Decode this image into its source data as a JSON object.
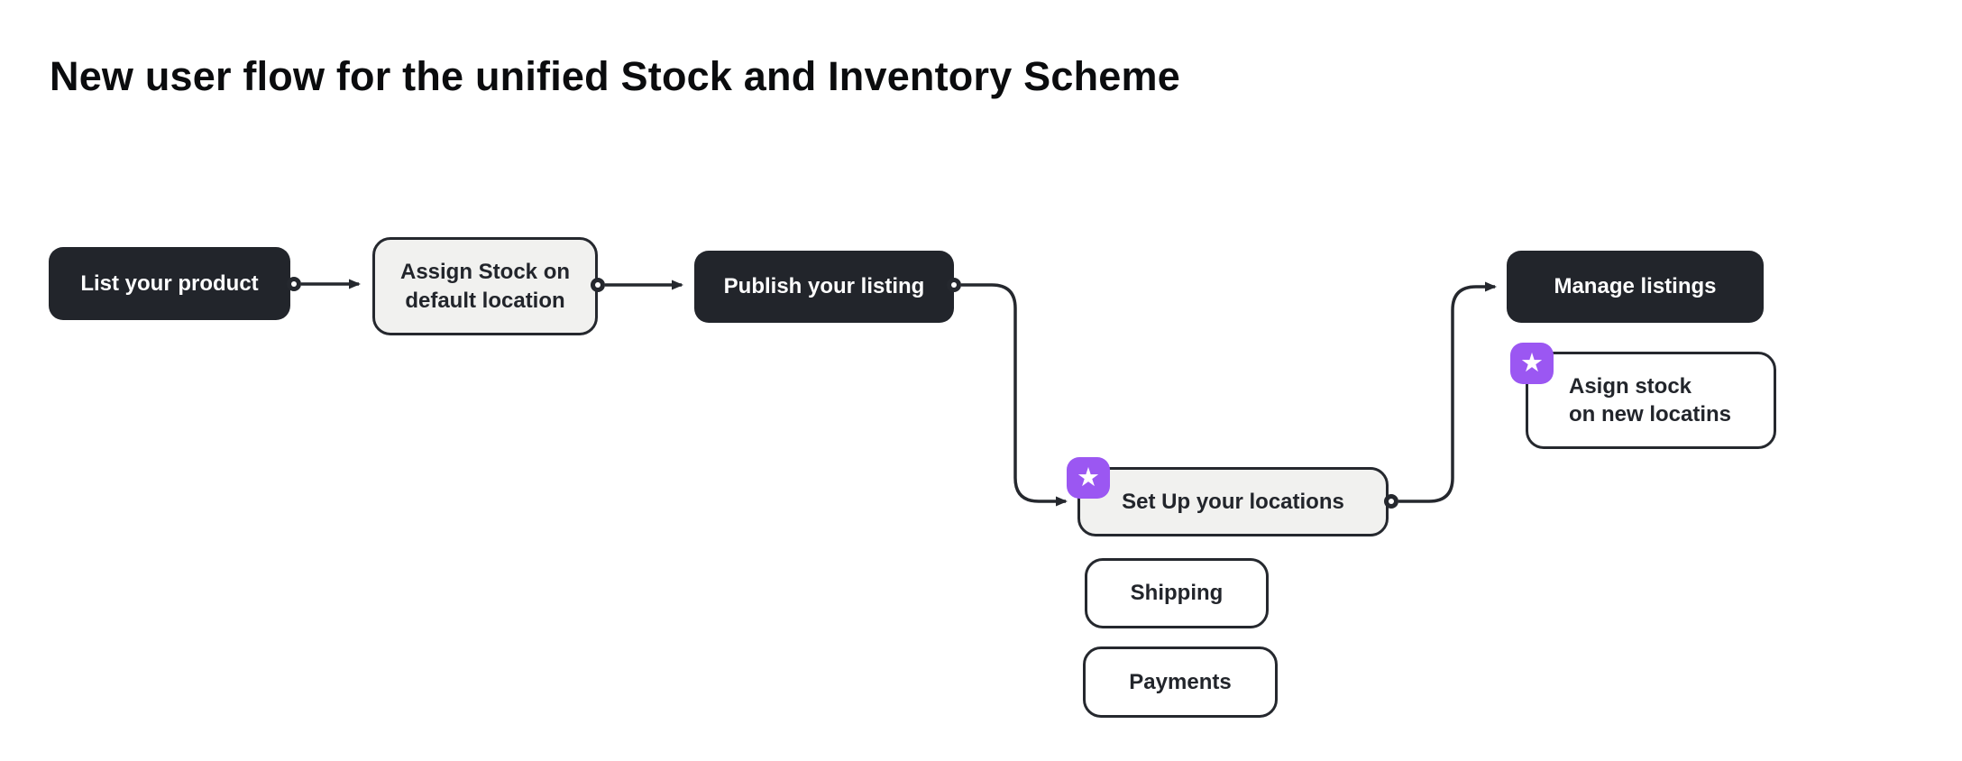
{
  "page": {
    "title": "New user flow for the unified Stock and Inventory Scheme"
  },
  "colors": {
    "background": "#ffffff",
    "title_text": "#0b0c0e",
    "dark_node_bg": "#22252b",
    "dark_node_text": "#ffffff",
    "light_node_bg": "#f1f1ef",
    "outline_node_bg": "#ffffff",
    "node_border": "#25282e",
    "connector": "#25282e",
    "badge_bg": "#9b57f2",
    "badge_star": "#ffffff"
  },
  "icons": {
    "star_glyph": "★",
    "badge_icon_name": "star-icon"
  },
  "nodes": {
    "list_product": {
      "label": "List your product",
      "style": "dark"
    },
    "assign_default": {
      "label": "Assign Stock on default location",
      "line1": "Assign Stock on",
      "line2": "default location",
      "style": "light"
    },
    "publish_listing": {
      "label": "Publish your listing",
      "style": "dark"
    },
    "setup_locations": {
      "label": "Set Up your locations",
      "style": "light",
      "badge": "star-icon"
    },
    "manage_listings": {
      "label": "Manage listings",
      "style": "dark"
    },
    "assign_new": {
      "label": "Asign stock on new locatins",
      "line1": "Asign stock",
      "line2": "on new locatins",
      "style": "outline",
      "badge": "star-icon"
    },
    "shipping": {
      "label": "Shipping",
      "style": "outline"
    },
    "payments": {
      "label": "Payments",
      "style": "outline"
    }
  },
  "edges": [
    {
      "from": "list_product",
      "to": "assign_default",
      "shape": "straight"
    },
    {
      "from": "assign_default",
      "to": "publish_listing",
      "shape": "straight"
    },
    {
      "from": "publish_listing",
      "to": "setup_locations",
      "shape": "down-then-right"
    },
    {
      "from": "setup_locations",
      "to": "manage_listings",
      "shape": "up-then-right"
    }
  ]
}
